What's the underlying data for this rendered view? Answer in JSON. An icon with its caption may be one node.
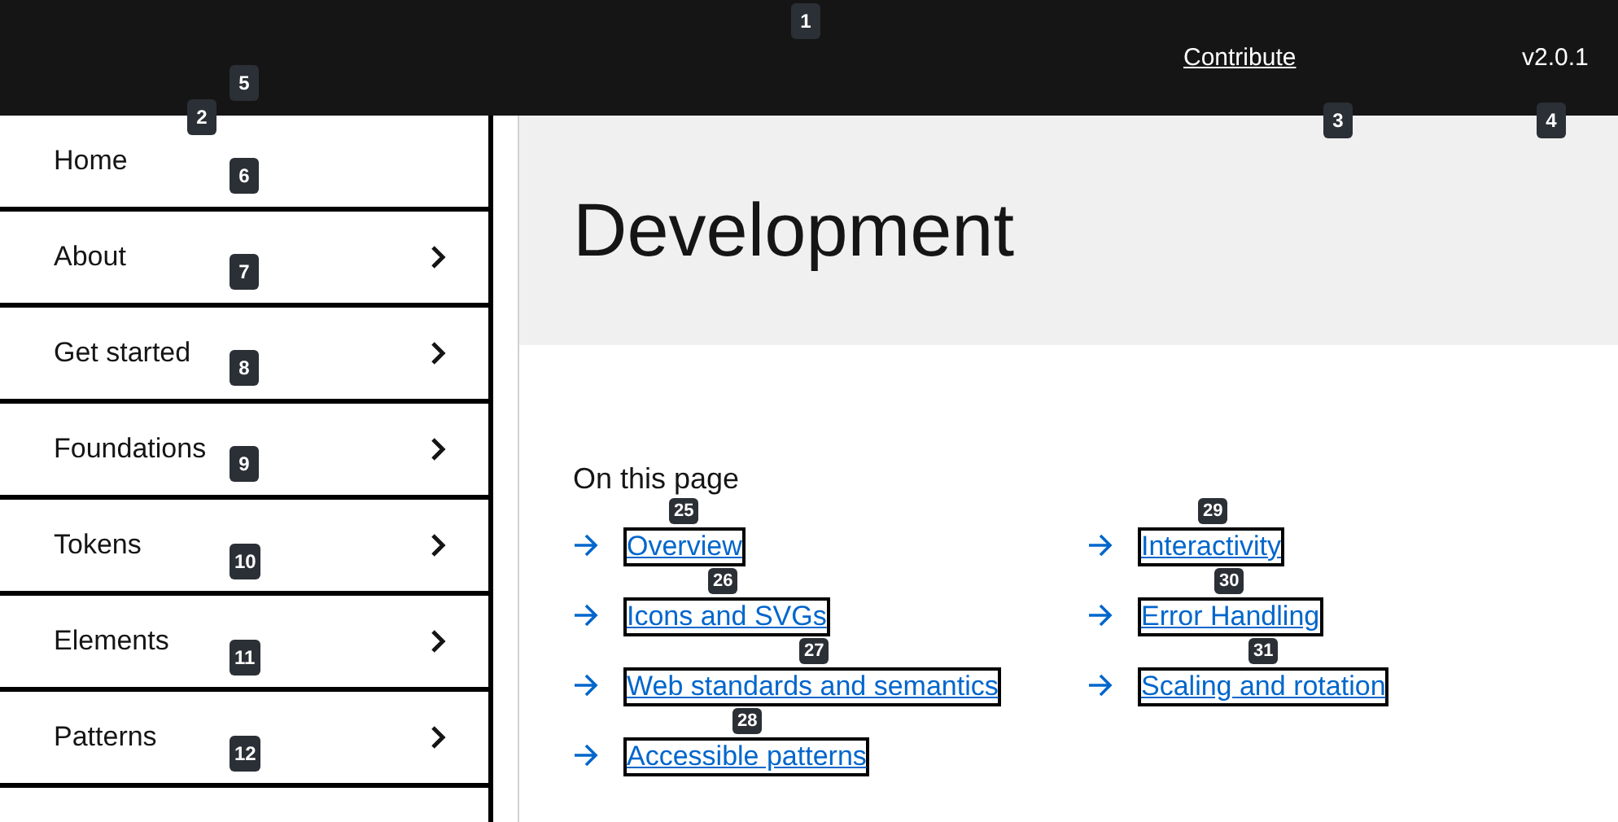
{
  "diagram": {
    "nodes": [
      {
        "text": [
          "Home"
        ]
      },
      {
        "text": [
          "About"
        ]
      },
      {
        "text": [
          "Get started"
        ]
      },
      {
        "text": [
          "Foundations"
        ]
      },
      {
        "text": [
          "Tokens"
        ]
      },
      {
        "text": [
          "Elements"
        ]
      },
      {
        "text": [
          "Patterns"
        ]
      },
      {
        "text": [
          "Development"
        ]
      }
    ],
    "labels": [
      "Contribute",
      "v2.0.1",
      "On this page",
      "Overview",
      "Icons and SVGs",
      "Web standards and semantics",
      "Accessible patterns",
      "Interactivity",
      "Error Handling",
      "Scaling and rotation",
      "1",
      "2",
      "5",
      "3",
      "4",
      "6",
      "7",
      "8",
      "9",
      "10",
      "11",
      "12",
      "25",
      "26",
      "27",
      "28",
      "29",
      "30",
      "31"
    ]
  }
}
